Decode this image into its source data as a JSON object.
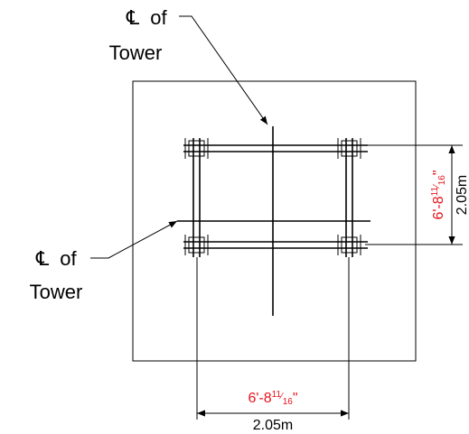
{
  "colors": {
    "line": "#000000",
    "imperial": "#e8131b",
    "background": "#ffffff"
  },
  "labels": {
    "centerline_symbol": "℄",
    "top_centerline": {
      "line1_suffix": "of",
      "line2": "Tower"
    },
    "left_centerline": {
      "line1_suffix": "of",
      "line2": "Tower"
    }
  },
  "dimensions": {
    "vertical": {
      "imperial_main": "6'-8",
      "imperial_num": "11",
      "imperial_den": "16",
      "imperial_tail": "\"",
      "metric": "2.05m"
    },
    "horizontal": {
      "imperial_main": "6'-8",
      "imperial_num": "11",
      "imperial_den": "16",
      "imperial_tail": "\"",
      "metric": "2.05m"
    }
  }
}
